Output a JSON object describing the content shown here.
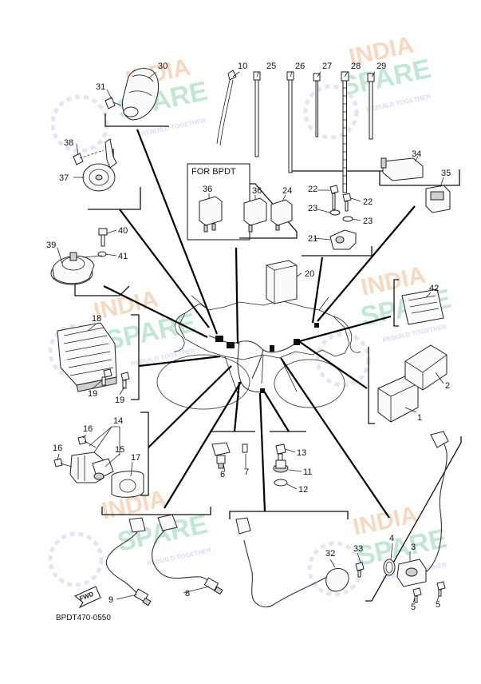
{
  "diagram_code": "BPDT470-0550",
  "variant_box_label": "FOR BPDT",
  "watermark": {
    "line1": "INDIA",
    "line2": "SPARE",
    "tagline": "REBUILD TOGETHER",
    "colors": {
      "india": "#f2b98a",
      "spare": "#8fd6b0",
      "tagline": "#b9c3e8",
      "wrench": "#c9cff0"
    }
  },
  "callouts": {
    "c1": "1",
    "c2": "2",
    "c3": "3",
    "c4": "4",
    "c5a": "5",
    "c5b": "5",
    "c6": "6",
    "c7": "7",
    "c8": "8",
    "c9": "9",
    "c10": "10",
    "c11": "11",
    "c12": "12",
    "c13": "13",
    "c14": "14",
    "c15": "15",
    "c16a": "16",
    "c16b": "16",
    "c17": "17",
    "c18": "18",
    "c19a": "19",
    "c19b": "19",
    "c20": "20",
    "c21": "21",
    "c22a": "22",
    "c22b": "22",
    "c23a": "23",
    "c23b": "23",
    "c24": "24",
    "c25": "25",
    "c26": "26",
    "c27": "27",
    "c28": "28",
    "c29": "29",
    "c30": "30",
    "c31": "31",
    "c32": "32",
    "c33": "33",
    "c34": "34",
    "c35": "35",
    "c36a": "36",
    "c36b": "36",
    "c37": "37",
    "c38": "38",
    "c39": "39",
    "c40": "40",
    "c41": "41",
    "c42": "42"
  },
  "fwd_label": "FWD"
}
